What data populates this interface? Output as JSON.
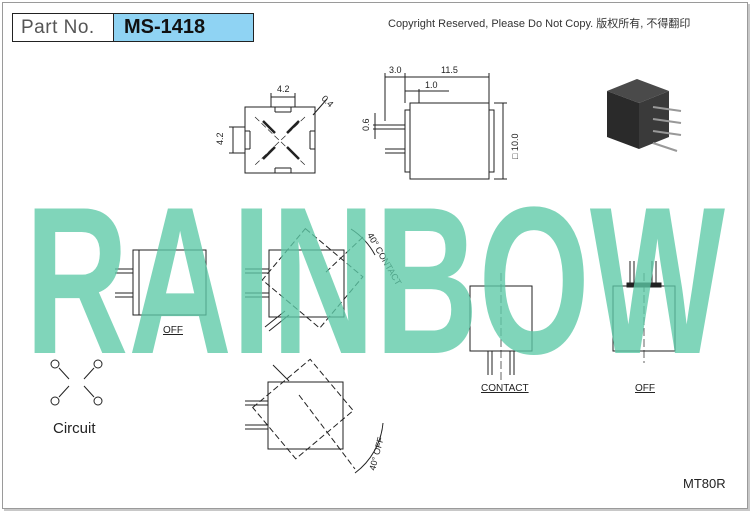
{
  "part": {
    "label": "Part No.",
    "number": "MS-1418"
  },
  "copyright": "Copyright Reserved, Please Do Not Copy. 版权所有, 不得翻印",
  "dimensions": {
    "top_w": "4.2",
    "top_h": "4.2",
    "top_diag": "0.4",
    "side_a": "3.0",
    "side_b": "11.5",
    "side_c": "1.0",
    "side_d": "0.6",
    "side_e": "□ 10.0"
  },
  "views": {
    "off_left": "OFF",
    "contact_angle": "40° CONTACT",
    "off_angle": "40° OFF",
    "contact_front": "CONTACT",
    "off_front": "OFF"
  },
  "circuit_label": "Circuit",
  "model": "MT80R",
  "watermark": {
    "text": "RAINBOW",
    "color": "#5cc9a6"
  }
}
